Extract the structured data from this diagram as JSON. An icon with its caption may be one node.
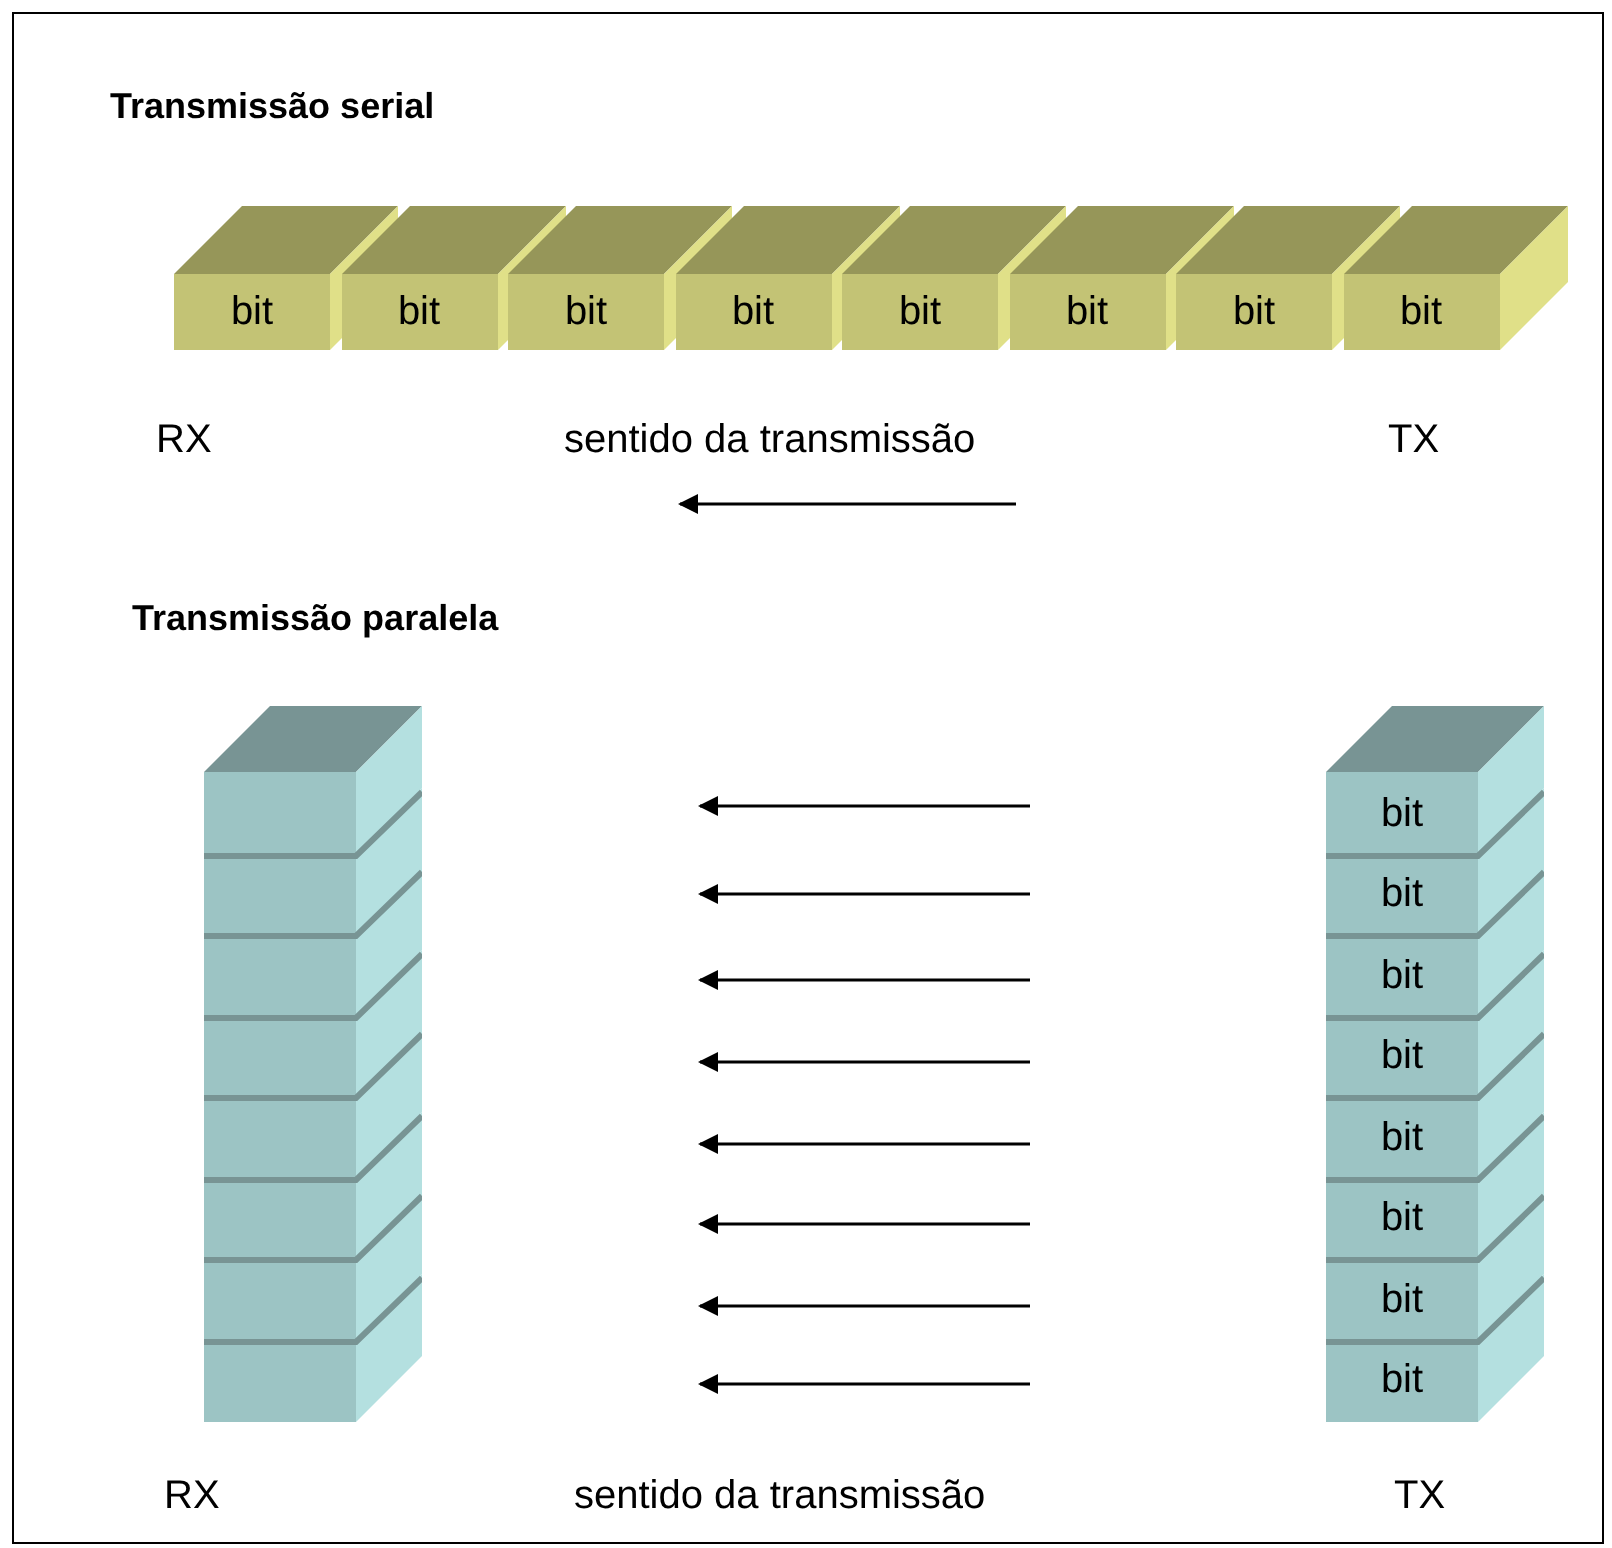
{
  "diagram": {
    "nodes": [
      {
        "text": [
          "bit"
        ]
      },
      {
        "text": [
          "bit"
        ]
      },
      {
        "text": [
          "bit"
        ]
      },
      {
        "text": [
          "bit"
        ]
      },
      {
        "text": [
          "bit"
        ]
      },
      {
        "text": [
          "bit"
        ]
      },
      {
        "text": [
          "bit"
        ]
      },
      {
        "text": [
          "bit"
        ]
      },
      {
        "text": [],
        "shape": "box"
      },
      {
        "text": [],
        "shape": "box"
      },
      {
        "text": [],
        "shape": "box"
      },
      {
        "text": [],
        "shape": "box"
      },
      {
        "text": [],
        "shape": "box"
      },
      {
        "text": [],
        "shape": "box"
      },
      {
        "text": [],
        "shape": "box"
      },
      {
        "text": [],
        "shape": "box"
      },
      {
        "text": [
          "bit"
        ]
      },
      {
        "text": [
          "bit"
        ]
      },
      {
        "text": [
          "bit"
        ]
      },
      {
        "text": [
          "bit"
        ]
      },
      {
        "text": [
          "bit"
        ]
      },
      {
        "text": [
          "bit"
        ]
      },
      {
        "text": [
          "bit"
        ]
      },
      {
        "text": [
          "bit"
        ]
      }
    ],
    "edges": [],
    "labels": [
      "Transmissão serial",
      "RX",
      "sentido da transmissão",
      "TX",
      "Transmissão paralela",
      "RX",
      "sentido da transmissão",
      "TX"
    ]
  }
}
